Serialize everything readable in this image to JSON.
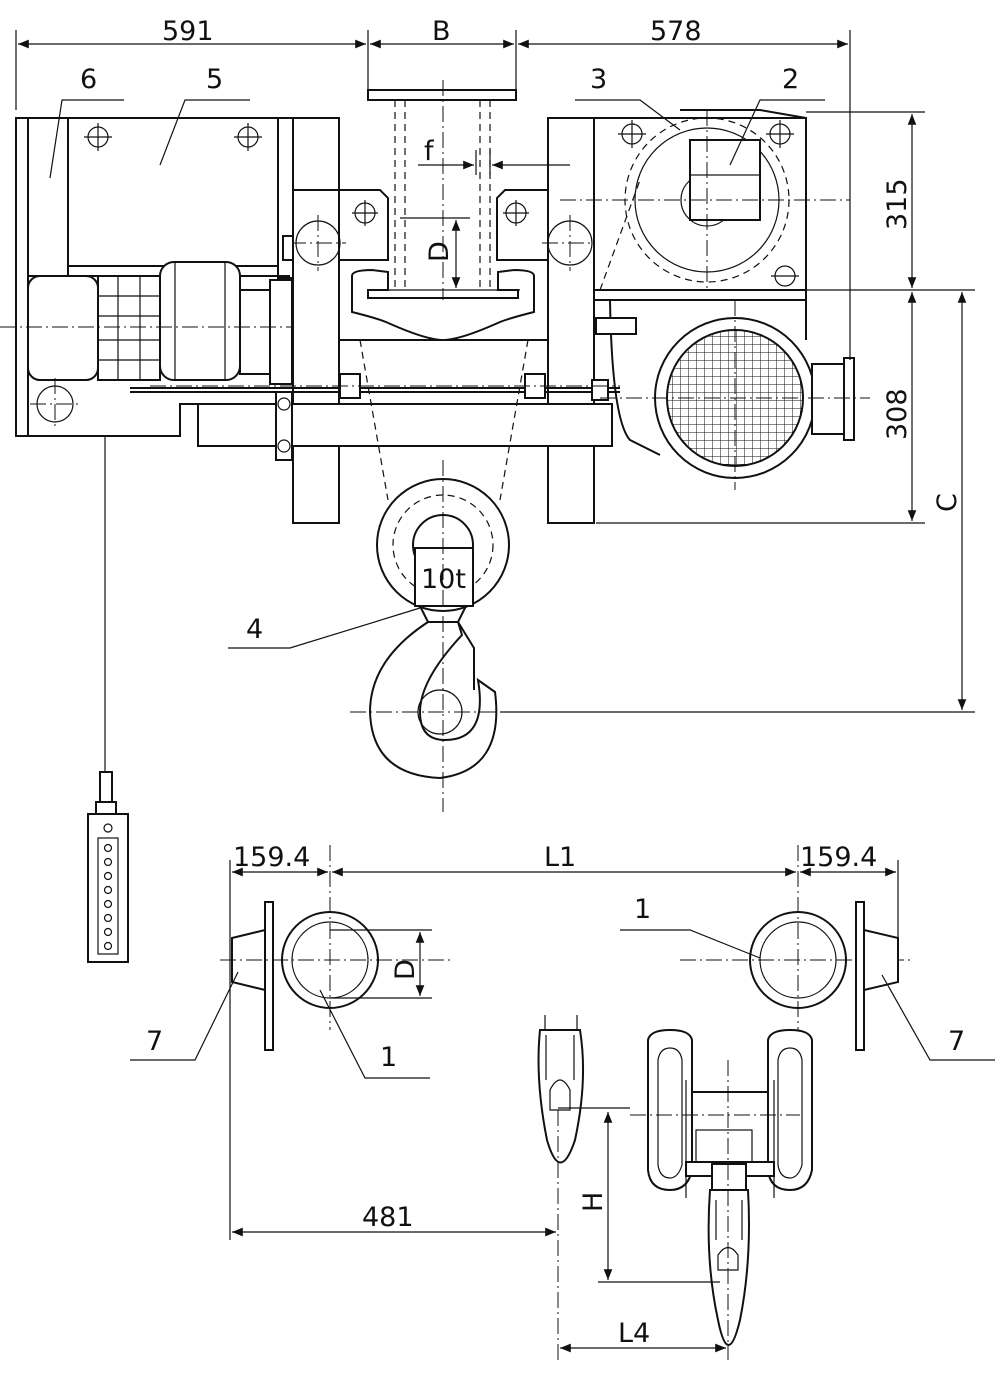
{
  "dimensions": {
    "d591": "591",
    "dB": "B",
    "d578": "578",
    "d315": "315",
    "d308": "308",
    "dC": "C",
    "df": "f",
    "dD_top": "D",
    "d159_left": "159.4",
    "dL1": "L1",
    "d159_right": "159.4",
    "dD_bottom": "D",
    "d481": "481",
    "dH": "H",
    "dL4": "L4"
  },
  "capacity_label": "10t",
  "callouts": {
    "c1_upper": "1",
    "c1_lower": "1",
    "c2": "2",
    "c3": "3",
    "c4": "4",
    "c5": "5",
    "c6": "6",
    "c7_left": "7",
    "c7_right": "7"
  }
}
